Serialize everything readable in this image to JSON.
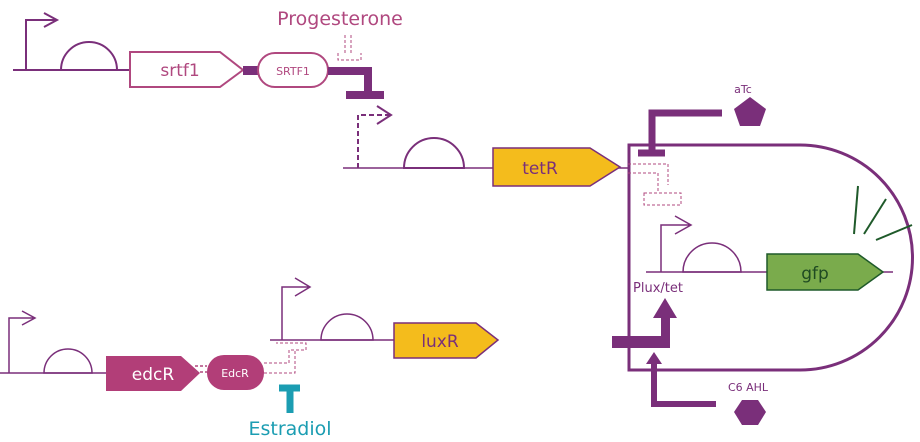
{
  "labels": {
    "srtf1_gene": "srtf1",
    "srtf1_protein": "SRTF1",
    "progesterone": "Progesterone",
    "tetr_gene": "tetR",
    "atc": "aTc",
    "gfp_gene": "gfp",
    "promoter": "Plux/tet",
    "c6_ahl": "C6  AHL",
    "luxr_gene": "luxR",
    "edcr_gene": "edcR",
    "edcr_protein": "EdcR",
    "estradiol": "Estradiol"
  },
  "colors": {
    "line": "#7a2f7a",
    "label_pink": "#b0487f",
    "tetr_luxr_fill": "#f4bc1c",
    "gfp_fill": "#7aab4c",
    "gfp_stroke": "#1f5a2a",
    "edcr_fill": "#b23e78",
    "estradiol": "#1b9db2"
  }
}
